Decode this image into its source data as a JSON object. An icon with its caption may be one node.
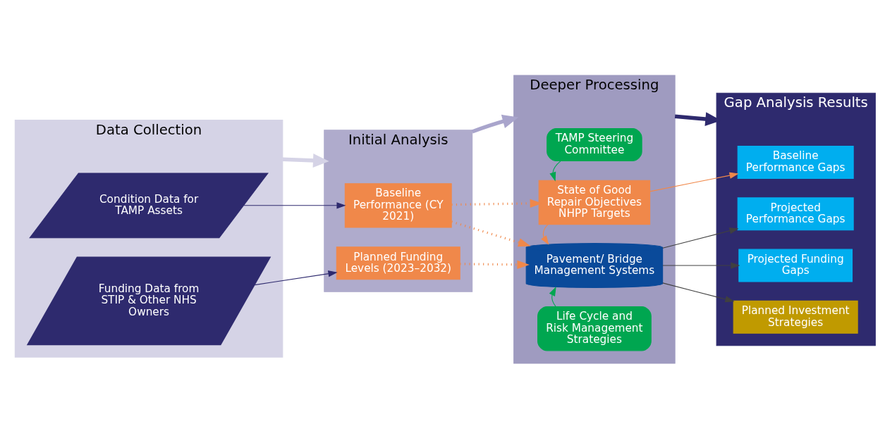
{
  "diagram": {
    "nodes": [
      {
        "text": [
          "Data Collection"
        ]
      },
      {
        "text": [
          "Initial Analysis"
        ]
      },
      {
        "text": [
          "Deeper Processing"
        ]
      },
      {
        "text": [
          "Gap Analysis Results"
        ]
      },
      {
        "text": [
          "Condition Data for TAMP Assets"
        ],
        "in": 0
      },
      {
        "text": [
          "Funding Data from STIP & Other NHS Owners"
        ],
        "in": 0
      },
      {
        "text": [
          "Baseline Performance (CY 2021)"
        ],
        "in": 1
      },
      {
        "text": [
          "Planned Funding Levels (2023–2032)"
        ],
        "in": 1
      },
      {
        "text": [
          "TAMP Steering Committee"
        ],
        "in": 2
      },
      {
        "text": [
          "State of Good Repair Objectives NHPP Targets"
        ],
        "in": 2
      },
      {
        "text": [
          "Pavement/ Bridge Management Systems"
        ],
        "in": 2
      },
      {
        "text": [
          "Life Cycle and Risk Management Strategies"
        ],
        "in": 2
      },
      {
        "text": [
          "Baseline Performance Gaps"
        ],
        "in": 3
      },
      {
        "text": [
          "Projected Performance Gaps"
        ],
        "in": 3
      },
      {
        "text": [
          "Projected Funding Gaps"
        ],
        "in": 3
      },
      {
        "text": [
          "Planned Investment Strategies"
        ],
        "in": 3
      }
    ],
    "edges": [
      {
        "from": 0,
        "to": 1,
        "arrow": "to",
        "style": "thick",
        "color": "#d5d3e6"
      },
      {
        "from": 1,
        "to": 2,
        "arrow": "to",
        "style": "thick",
        "color": "#a9a5cc"
      },
      {
        "from": 2,
        "to": 3,
        "arrow": "to",
        "style": "thick",
        "color": "#2e2a6e"
      },
      {
        "from": 4,
        "to": 6,
        "arrow": "to",
        "color": "#2e2a6e"
      },
      {
        "from": 5,
        "to": 7,
        "arrow": "to",
        "color": "#2e2a6e"
      },
      {
        "from": 6,
        "to": 9,
        "arrow": "to",
        "style": "dashed",
        "color": "#f0884a"
      },
      {
        "from": 6,
        "to": 10,
        "arrow": "to",
        "style": "dashed",
        "color": "#f0884a"
      },
      {
        "from": 7,
        "to": 10,
        "arrow": "to",
        "style": "dashed",
        "color": "#f0884a"
      },
      {
        "from": 8,
        "to": 9,
        "arrow": "to",
        "color": "#00a650"
      },
      {
        "from": 9,
        "to": 10,
        "arrow": "to",
        "color": "#f0884a"
      },
      {
        "from": 9,
        "to": 12,
        "arrow": "to",
        "color": "#f0884a"
      },
      {
        "from": 11,
        "to": 10,
        "arrow": "to",
        "color": "#00a650"
      },
      {
        "from": 10,
        "to": 13,
        "arrow": "to",
        "color": "#404040"
      },
      {
        "from": 10,
        "to": 14,
        "arrow": "to",
        "color": "#404040"
      },
      {
        "from": 10,
        "to": 15,
        "arrow": "to",
        "color": "#404040"
      }
    ]
  }
}
